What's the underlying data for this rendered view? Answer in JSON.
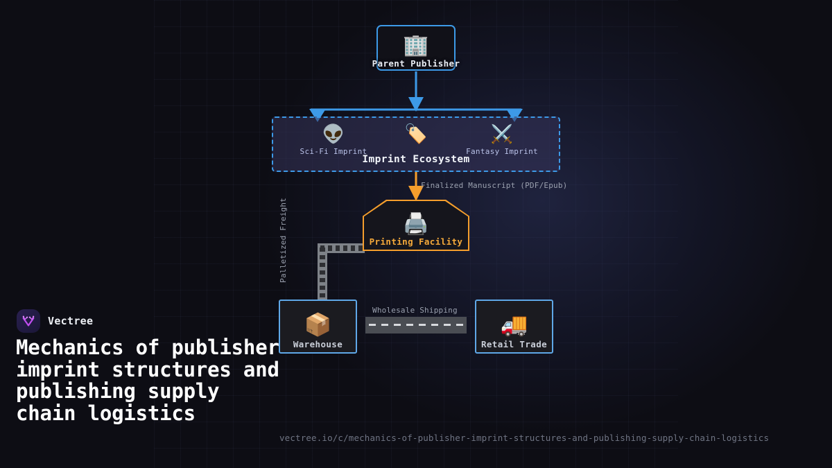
{
  "brand": {
    "name": "Vectree",
    "logo_icon": "vectree-branch-logo",
    "accent": "#c04df0"
  },
  "page": {
    "title": "Mechanics of publisher imprint structures and publishing supply chain logistics",
    "url": "vectree.io/c/mechanics-of-publisher-imprint-structures-and-publishing-supply-chain-logistics",
    "background": "#0d0d14"
  },
  "diagram": {
    "nodes": [
      {
        "id": "parent-publisher",
        "label": "Parent Publisher",
        "icon": "office-building-icon",
        "emoji": "🏢",
        "shape": "rounded-rect",
        "border_color": "#3d9ae8",
        "label_color": "#e9edf4"
      },
      {
        "id": "printing-facility",
        "label": "Printing Facility",
        "icon": "printer-icon",
        "emoji": "🖨️",
        "shape": "hexagon",
        "border_color": "#f59e2c",
        "label_color": "#f5a93a"
      },
      {
        "id": "warehouse",
        "label": "Warehouse",
        "icon": "package-box-icon",
        "emoji": "📦",
        "shape": "rect",
        "border_color": "#5fa8e8",
        "label_color": "#c9ced8"
      },
      {
        "id": "retail-trade",
        "label": "Retail Trade",
        "icon": "delivery-truck-icon",
        "emoji": "🚚",
        "shape": "rect",
        "border_color": "#5fa8e8",
        "label_color": "#c9ced8"
      }
    ],
    "group": {
      "id": "imprint-ecosystem",
      "label": "Imprint Ecosystem",
      "icon": "label-tag-icon",
      "emoji": "🏷️",
      "border_color": "#3d9ae8",
      "border_style": "dashed",
      "children": [
        {
          "id": "sci-fi-imprint",
          "label": "Sci-Fi Imprint",
          "icon": "alien-icon",
          "emoji": "👽"
        },
        {
          "id": "fantasy-imprint",
          "label": "Fantasy Imprint",
          "icon": "crossed-swords-icon",
          "emoji": "⚔️"
        }
      ]
    },
    "edges": [
      {
        "id": "publisher-to-imprints",
        "label": "",
        "color": "#3d9ae8",
        "style": "solid-fork"
      },
      {
        "id": "imprints-to-printing",
        "label": "Finalized Manuscript (PDF/Epub)",
        "color": "#f59e2c",
        "style": "solid-arrow"
      },
      {
        "id": "printing-to-warehouse",
        "label": "Palletized Freight",
        "color": "#7e8288",
        "style": "conveyor-belt"
      },
      {
        "id": "warehouse-to-retail",
        "label": "Wholesale Shipping",
        "color": "#4a4d53",
        "style": "road"
      }
    ]
  }
}
